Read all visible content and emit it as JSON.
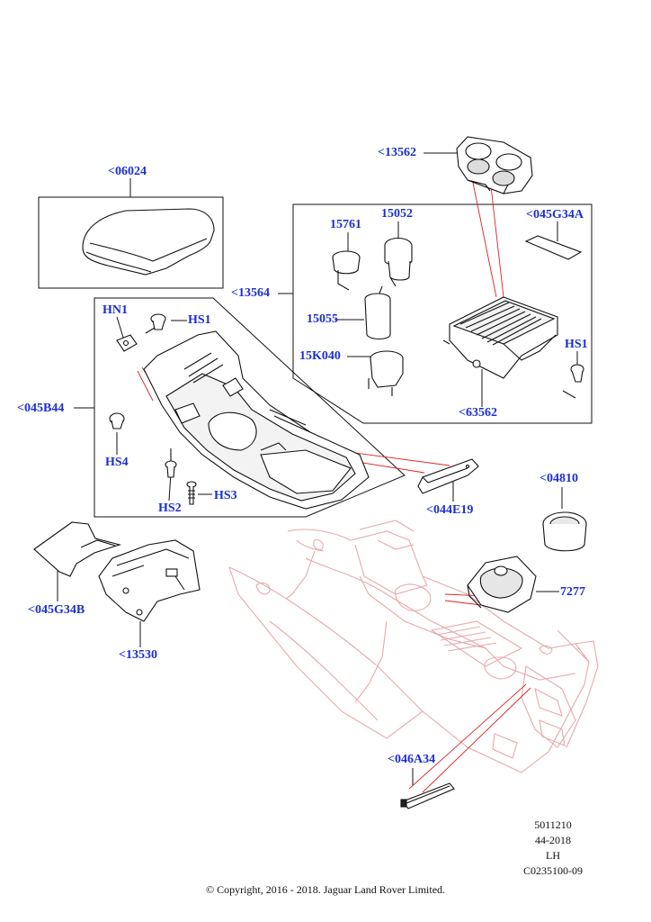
{
  "labels": {
    "l13562": "<13562",
    "l06024": "<06024",
    "l15761": "15761",
    "l15052": "15052",
    "l045G34A": "<045G34A",
    "l13564": "<13564",
    "l15055": "15055",
    "l15K040": "15K040",
    "l63562": "<63562",
    "lHN1": "HN1",
    "lHS1a": "HS1",
    "lHS1b": "HS1",
    "l045B44": "<045B44",
    "lHS4": "HS4",
    "lHS2": "HS2",
    "lHS3": "HS3",
    "l044E19": "<044E19",
    "l04810": "<04810",
    "l7277": "7277",
    "l045G34B": "<045G34B",
    "l13530": "<13530",
    "l046A34": "<046A34"
  },
  "meta": {
    "line1": "5011210",
    "line2": "44-2018",
    "line3": "LH",
    "line4": "C0235100-09"
  },
  "copyright": "© Copyright, 2016 - 2018. Jaguar Land Rover Limited.",
  "colors": {
    "label": "#1c2fd0",
    "callout": "#e02020",
    "line": "#111111",
    "ghost": "#e8a9ab"
  }
}
